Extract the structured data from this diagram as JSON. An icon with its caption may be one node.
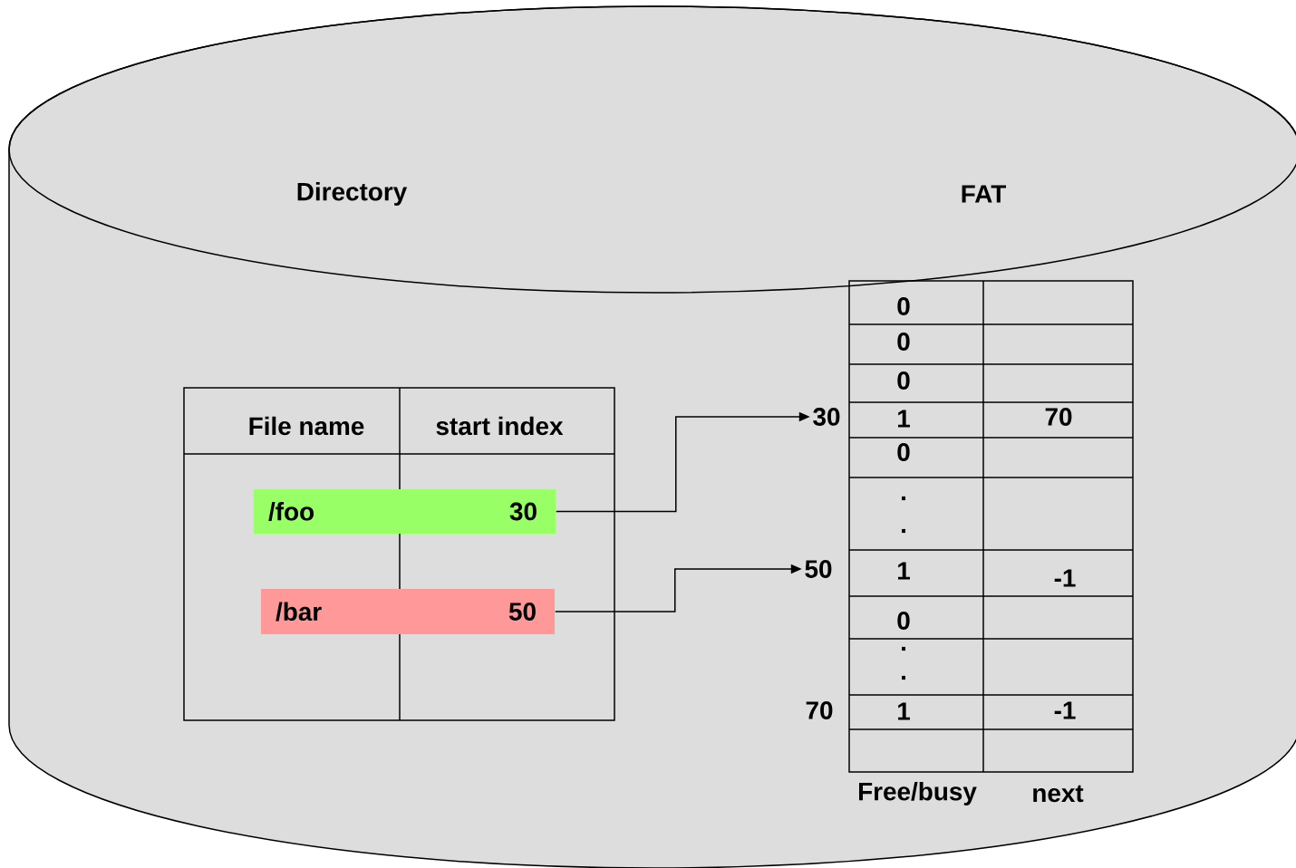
{
  "diagram": {
    "nodes": [
      {
        "text": [],
        "shape": "cylinder"
      },
      {
        "text": [
          "/foo",
          "30"
        ],
        "in": 0
      },
      {
        "text": [
          "/bar",
          "50"
        ],
        "in": 0
      },
      {
        "text": [
          "30"
        ],
        "in": 0
      },
      {
        "text": [
          "50"
        ],
        "in": 0
      }
    ],
    "edges": [
      {
        "from": 1,
        "to": 3,
        "arrow": "to"
      },
      {
        "from": 2,
        "to": 4,
        "arrow": "to"
      }
    ],
    "labels": [
      "Directory",
      "FAT",
      "File name",
      "start index",
      "0",
      "0",
      "0",
      "1",
      "70",
      "0",
      ".",
      ".",
      "1",
      "-1",
      "0",
      ".",
      ".",
      "70",
      "1",
      "-1",
      "Free/busy",
      "next"
    ]
  }
}
